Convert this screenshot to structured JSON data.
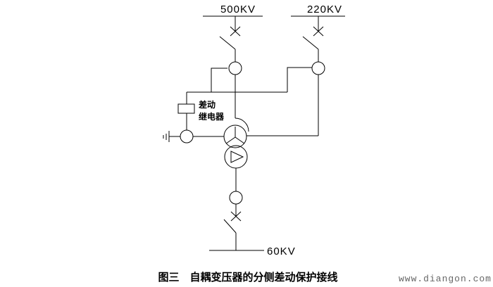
{
  "diagram": {
    "title_caption": "图三　自耦变压器的分侧差动保护接线",
    "watermark": "www.diangon.com",
    "labels": {
      "v500": "500KV",
      "v220": "220KV",
      "v60": "60KV"
    },
    "relay": {
      "line1": "差动",
      "line2": "继电器"
    },
    "components": {
      "source_buses": [
        "500KV busbar",
        "220KV busbar"
      ],
      "load_bus": "60KV busbar",
      "transformer": "autotransformer with wye (star) winding and delta tertiary winding",
      "protection": "differential relay fed from three current transformers (500KV side, 220KV side, neutral/ground side)"
    },
    "colors": {
      "line": "#000000",
      "background": "#ffffff",
      "watermark_text": "#666666"
    }
  }
}
